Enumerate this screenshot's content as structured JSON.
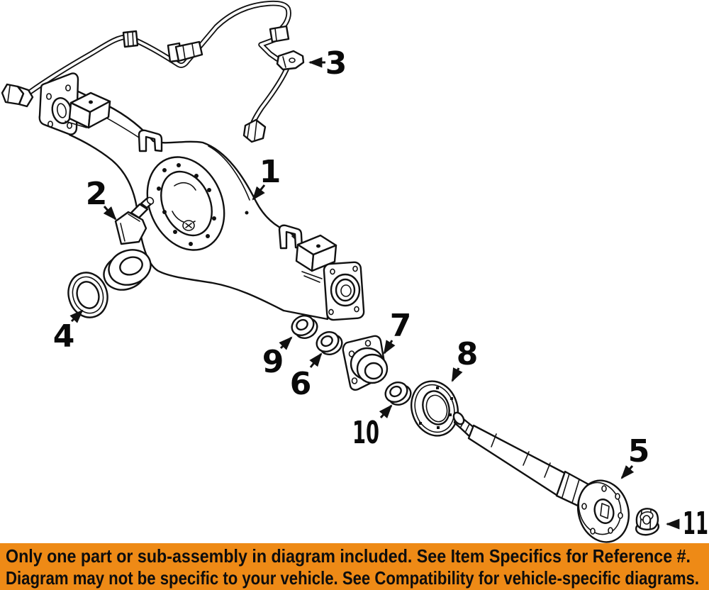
{
  "diagram": {
    "type": "exploded-parts-line-art",
    "line_color": "#111111",
    "background": "#ffffff",
    "callouts": [
      {
        "label": "1"
      },
      {
        "label": "2"
      },
      {
        "label": "3"
      },
      {
        "label": "4"
      },
      {
        "label": "5"
      },
      {
        "label": "6"
      },
      {
        "label": "7"
      },
      {
        "label": "8"
      },
      {
        "label": "9"
      },
      {
        "label": "10"
      },
      {
        "label": "11"
      }
    ]
  },
  "banner": {
    "background_color": "#ee8a16",
    "text_color": "#0d0d0d",
    "line1": "Only one part or sub-assembly in diagram included. See Item Specifics for Reference #.",
    "line2": "Diagram may not be specific to your vehicle. See Compatibility for vehicle-specific diagrams."
  }
}
